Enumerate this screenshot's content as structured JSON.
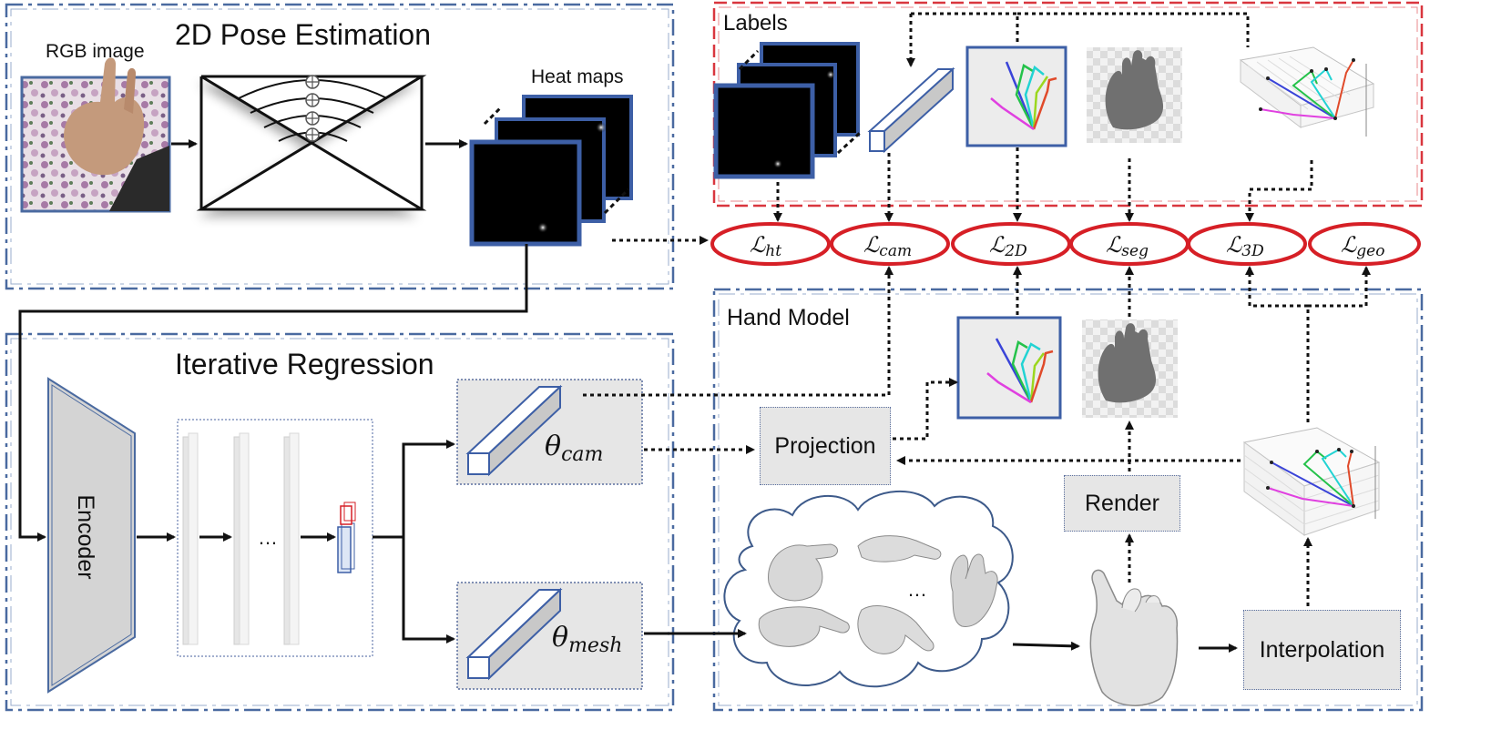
{
  "panels": {
    "pose": "2D Pose Estimation",
    "labels": "Labels",
    "regression": "Iterative Regression",
    "hand_model": "Hand Model"
  },
  "captions": {
    "rgb": "RGB image",
    "heatmaps": "Heat maps",
    "encoder": "Encoder",
    "ellipsis": "…",
    "theta_cam": "θ",
    "theta_cam_sub": "cam",
    "theta_mesh": "θ",
    "theta_mesh_sub": "mesh"
  },
  "boxes": {
    "projection": "Projection",
    "render": "Render",
    "interpolation": "Interpolation"
  },
  "losses": [
    {
      "symbol": "ℒ",
      "sub": "ht"
    },
    {
      "symbol": "ℒ",
      "sub": "cam"
    },
    {
      "symbol": "ℒ",
      "sub": "2D"
    },
    {
      "symbol": "ℒ",
      "sub": "seg"
    },
    {
      "symbol": "ℒ",
      "sub": "3D"
    },
    {
      "symbol": "ℒ",
      "sub": "geo"
    }
  ],
  "colors": {
    "panel_blue": "#4a6aa0",
    "labels_red": "#d9363e",
    "loss_red": "#d61f26",
    "box_fill": "#e6e6e6"
  }
}
